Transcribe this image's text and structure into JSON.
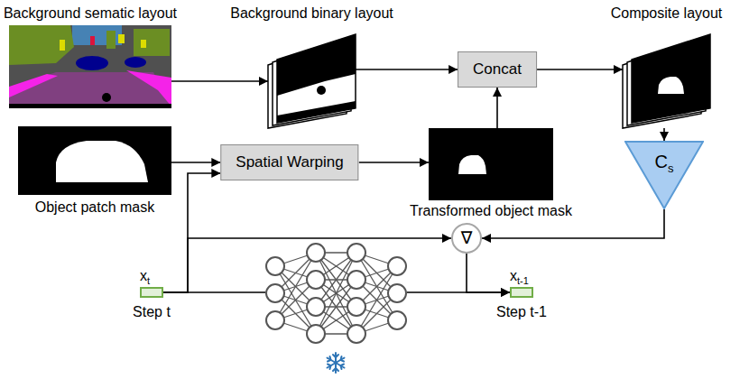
{
  "diagram": {
    "nodes": [
      {
        "text": [
          "Background sematic layout"
        ]
      },
      {
        "text": [
          "Background binary layout"
        ]
      },
      {
        "text": [
          "Concat"
        ]
      },
      {
        "text": [
          "Composite layout"
        ]
      },
      {
        "text": [
          "Object patch mask"
        ]
      },
      {
        "text": [
          "Spatial Warping"
        ]
      },
      {
        "text": [
          "Transformed object mask"
        ]
      },
      {
        "text": [
          "C",
          "s"
        ]
      },
      {
        "text": [
          "∇"
        ]
      },
      {
        "text": [
          "x",
          "t",
          "Step t"
        ]
      },
      {
        "text": [
          "x",
          "t-1",
          "Step t-1"
        ]
      }
    ],
    "edges": [
      {
        "from": 0,
        "to": 1,
        "arrow": "to"
      },
      {
        "from": 1,
        "to": 2,
        "arrow": "to"
      },
      {
        "from": 2,
        "to": 3,
        "arrow": "to"
      },
      {
        "from": 4,
        "to": 5,
        "arrow": "to"
      },
      {
        "from": 5,
        "to": 6,
        "arrow": "to"
      },
      {
        "from": 6,
        "to": 2,
        "arrow": "to"
      },
      {
        "from": 3,
        "to": 7,
        "arrow": "to"
      },
      {
        "from": 7,
        "to": 8,
        "arrow": "to"
      },
      {
        "from": 9,
        "to": 5,
        "arrow": "to"
      },
      {
        "from": 9,
        "to": 8,
        "arrow": "to"
      },
      {
        "from": 9,
        "to": 10,
        "arrow": "to"
      },
      {
        "from": 8,
        "to": 10,
        "arrow": "to"
      }
    ]
  }
}
